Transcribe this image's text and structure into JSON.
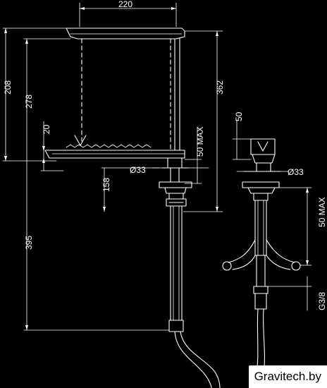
{
  "dimensions": {
    "spout_reach": "220",
    "total_height": "208",
    "spout_height": "278",
    "aerator_gap": "20",
    "deck_to_lever": "362",
    "handle_clearance": "50 MAX",
    "base_diameter": "Ø33",
    "below_deck_top": "158",
    "hose_length": "395",
    "handle_height": "50",
    "handle_base_diameter": "Ø33",
    "handle_clearance_right": "50 MAX",
    "connector_thread": "G3/8"
  },
  "watermark": "Gravitech.by"
}
